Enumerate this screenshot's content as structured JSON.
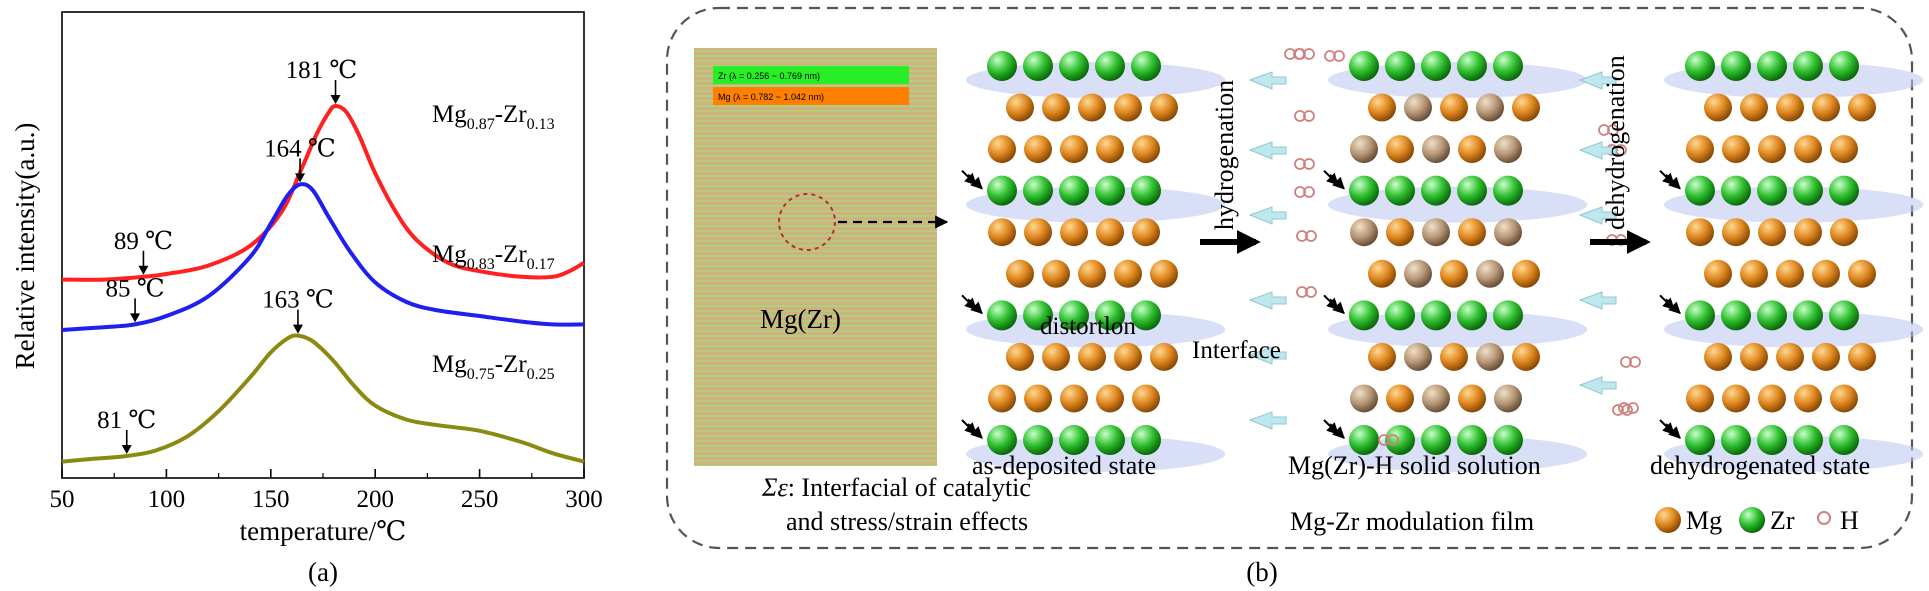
{
  "panel_a": {
    "label": "(a)",
    "chart_data": {
      "type": "line",
      "xlabel": "temperature/℃",
      "ylabel": "Relative intensity(a.u.)",
      "xlim": [
        50,
        300
      ],
      "x_ticks": [
        "50",
        "100",
        "150",
        "200",
        "250",
        "300"
      ],
      "series": [
        {
          "name": "Mg0.87-Zr0.13",
          "name_base1": "Mg",
          "name_sub1": "0.87",
          "name_base2": "-Zr",
          "name_sub2": "0.13",
          "color": "#ff2020",
          "onset_label": "89 ℃",
          "onset_x": 89,
          "peak_label": "181 ℃",
          "peak_x": 181,
          "points": [
            [
              50,
              0.18
            ],
            [
              70,
              0.18
            ],
            [
              89,
              0.19
            ],
            [
              100,
              0.2
            ],
            [
              120,
              0.23
            ],
            [
              140,
              0.3
            ],
            [
              155,
              0.42
            ],
            [
              165,
              0.58
            ],
            [
              172,
              0.7
            ],
            [
              178,
              0.78
            ],
            [
              181,
              0.8
            ],
            [
              186,
              0.78
            ],
            [
              192,
              0.7
            ],
            [
              200,
              0.56
            ],
            [
              210,
              0.42
            ],
            [
              220,
              0.32
            ],
            [
              235,
              0.24
            ],
            [
              250,
              0.21
            ],
            [
              270,
              0.19
            ],
            [
              285,
              0.19
            ],
            [
              293,
              0.21
            ],
            [
              300,
              0.24
            ]
          ]
        },
        {
          "name": "Mg0.83-Zr0.17",
          "name_base1": "Mg",
          "name_sub1": "0.83",
          "name_base2": "-Zr",
          "name_sub2": "0.17",
          "color": "#2020ee",
          "onset_label": "85 ℃",
          "onset_x": 85,
          "peak_label": "164 ℃",
          "peak_x": 164,
          "points": [
            [
              50,
              0.0
            ],
            [
              70,
              0.01
            ],
            [
              85,
              0.02
            ],
            [
              100,
              0.05
            ],
            [
              120,
              0.12
            ],
            [
              140,
              0.26
            ],
            [
              150,
              0.38
            ],
            [
              158,
              0.48
            ],
            [
              164,
              0.52
            ],
            [
              170,
              0.5
            ],
            [
              178,
              0.4
            ],
            [
              188,
              0.28
            ],
            [
              200,
              0.17
            ],
            [
              215,
              0.1
            ],
            [
              230,
              0.07
            ],
            [
              250,
              0.05
            ],
            [
              270,
              0.03
            ],
            [
              285,
              0.02
            ],
            [
              300,
              0.02
            ]
          ]
        },
        {
          "name": "Mg0.75-Zr0.25",
          "name_base1": "Mg",
          "name_sub1": "0.75",
          "name_base2": "-Zr",
          "name_sub2": "0.25",
          "color": "#8a8a10",
          "onset_label": "81 ℃",
          "onset_x": 81,
          "peak_label": "163 ℃",
          "peak_x": 163,
          "points": [
            [
              50,
              -0.47
            ],
            [
              65,
              -0.46
            ],
            [
              81,
              -0.45
            ],
            [
              95,
              -0.43
            ],
            [
              110,
              -0.38
            ],
            [
              125,
              -0.29
            ],
            [
              140,
              -0.17
            ],
            [
              150,
              -0.08
            ],
            [
              158,
              -0.03
            ],
            [
              163,
              -0.02
            ],
            [
              170,
              -0.04
            ],
            [
              180,
              -0.11
            ],
            [
              190,
              -0.2
            ],
            [
              200,
              -0.27
            ],
            [
              215,
              -0.32
            ],
            [
              230,
              -0.34
            ],
            [
              250,
              -0.36
            ],
            [
              270,
              -0.4
            ],
            [
              285,
              -0.44
            ],
            [
              300,
              -0.47
            ]
          ]
        }
      ]
    }
  },
  "panel_b": {
    "label": "(b)",
    "film_zr_label": "Zr (λ = 0.256 ~ 0.769 nm)",
    "film_mg_label": "Mg (λ = 0.782 ~ 1.042 nm)",
    "film_label": "Mg(Zr)",
    "distortion_label": "distortlon",
    "as_deposited_label": "as-deposited state",
    "hydrogenation_label": "hydrogenation",
    "interface_label": "Interface",
    "dehydrogenation_label": "dehydrogenation",
    "solid_solution_label": "Mg(Zr)-H solid solution",
    "modulation_label": "Mg-Zr modulation film",
    "dehydrogenated_label": "dehydrogenated state",
    "sigma_symbol": "Σε",
    "sigma_line1": ": Interfacial of catalytic",
    "sigma_line2": "and stress/strain effects",
    "legend": [
      {
        "label": "Mg",
        "color": "#e08820"
      },
      {
        "label": "Zr",
        "color": "#30c030"
      },
      {
        "label": "H",
        "color": "#e8a0a0"
      }
    ]
  }
}
